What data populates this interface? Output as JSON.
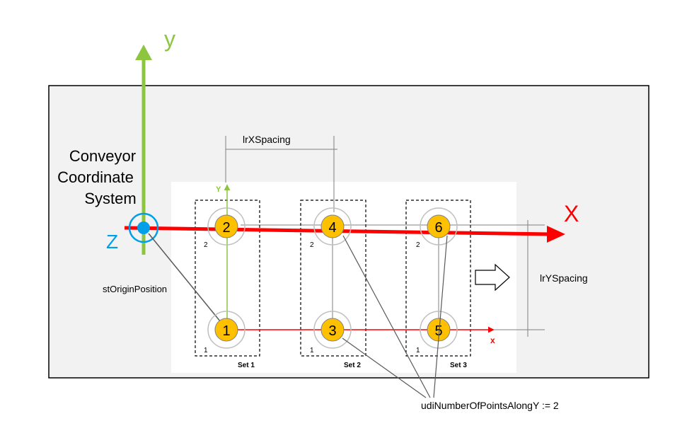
{
  "axes": {
    "global_y": "y",
    "global_x": "X",
    "global_z": "Z",
    "local_y": "Y",
    "local_x": "x"
  },
  "conveyor_label": [
    "Conveyor",
    "Coordinate",
    "System"
  ],
  "labels": {
    "x_spacing": "lrXSpacing",
    "y_spacing": "lrYSpacing",
    "origin": "stOriginPosition",
    "points_along_y": "udiNumberOfPointsAlongY := 2"
  },
  "sets": [
    {
      "name": "Set 1",
      "top_point": "2",
      "bottom_point": "1",
      "index_top": "2",
      "index_bottom": "1"
    },
    {
      "name": "Set 2",
      "top_point": "4",
      "bottom_point": "3",
      "index_top": "2",
      "index_bottom": "1"
    },
    {
      "name": "Set 3",
      "top_point": "6",
      "bottom_point": "5",
      "index_top": "2",
      "index_bottom": "1"
    }
  ],
  "colors": {
    "y_axis": "#8cc63f",
    "x_axis": "#ff0000",
    "z_axis": "#00a0e8",
    "point_fill": "#ffc000",
    "panel_bg": "#f2f2f2",
    "inner_bg": "#ffffff"
  }
}
